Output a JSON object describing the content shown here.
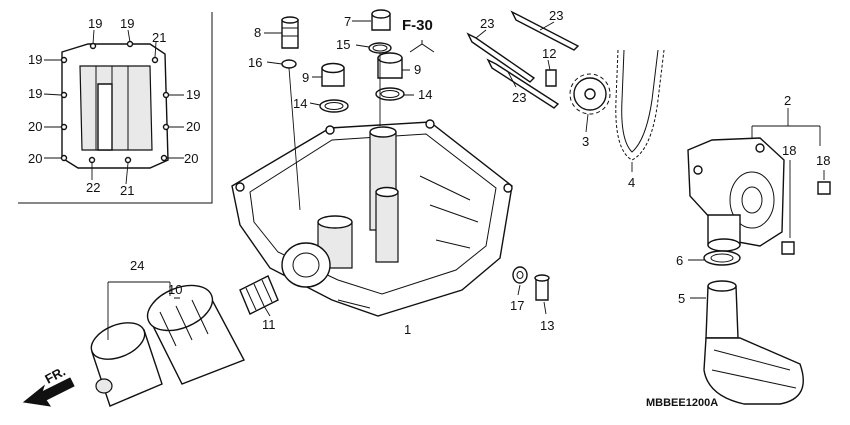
{
  "diagram_code": "MBBEE1200A",
  "section_ref": "F-30",
  "front_label": "FR.",
  "callouts": {
    "c1": "1",
    "c2": "2",
    "c3": "3",
    "c4": "4",
    "c5": "5",
    "c6": "6",
    "c7": "7",
    "c8": "8",
    "c9a": "9",
    "c9b": "9",
    "c10": "10",
    "c11": "11",
    "c12": "12",
    "c13": "13",
    "c14a": "14",
    "c14b": "14",
    "c15": "15",
    "c16": "16",
    "c17": "17",
    "c18a": "18",
    "c18b": "18",
    "c19_1": "19",
    "c19_2": "19",
    "c19_3": "19",
    "c19_4": "19",
    "c19_5": "19",
    "c20_1": "20",
    "c20_2": "20",
    "c20_3": "20",
    "c20_4": "20",
    "c21_1": "21",
    "c21_2": "21",
    "c22": "22",
    "c23a": "23",
    "c23b": "23",
    "c23c": "23",
    "c24": "24"
  }
}
